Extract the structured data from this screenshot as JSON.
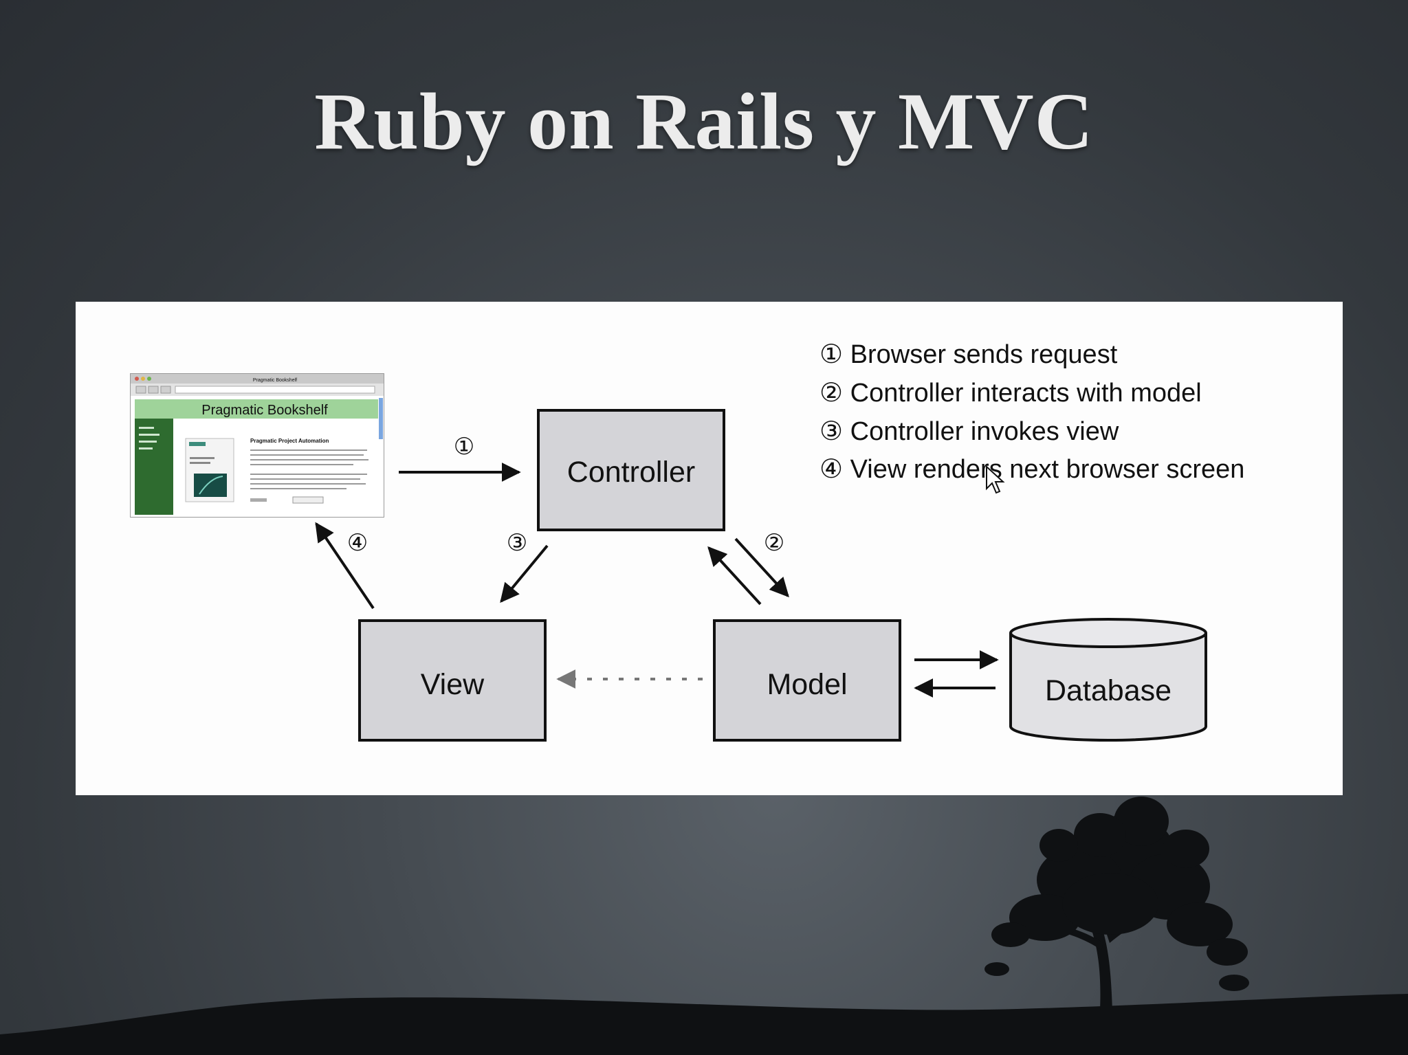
{
  "slide": {
    "title": "Ruby on Rails y MVC"
  },
  "diagram": {
    "browser_thumbnail": {
      "window_title": "Pragmatic Bookshelf",
      "banner": "Pragmatic Bookshelf",
      "book_title": "Pragmatic Project Automation"
    },
    "nodes": {
      "controller": "Controller",
      "view": "View",
      "model": "Model",
      "database": "Database"
    },
    "step_markers": {
      "one": "①",
      "two": "②",
      "three": "③",
      "four": "④"
    },
    "legend": [
      "① Browser sends request",
      "② Controller interacts with model",
      "③ Controller invokes view",
      "④ View renders next browser screen"
    ]
  },
  "colors": {
    "background": "#3a3f44",
    "title": "#ececec",
    "panel": "#fdfdfd",
    "box_fill": "#d4d4d8",
    "stroke": "#111111",
    "dotted_arrow": "#777777",
    "bookshelf_green": "#2e6b2f"
  }
}
